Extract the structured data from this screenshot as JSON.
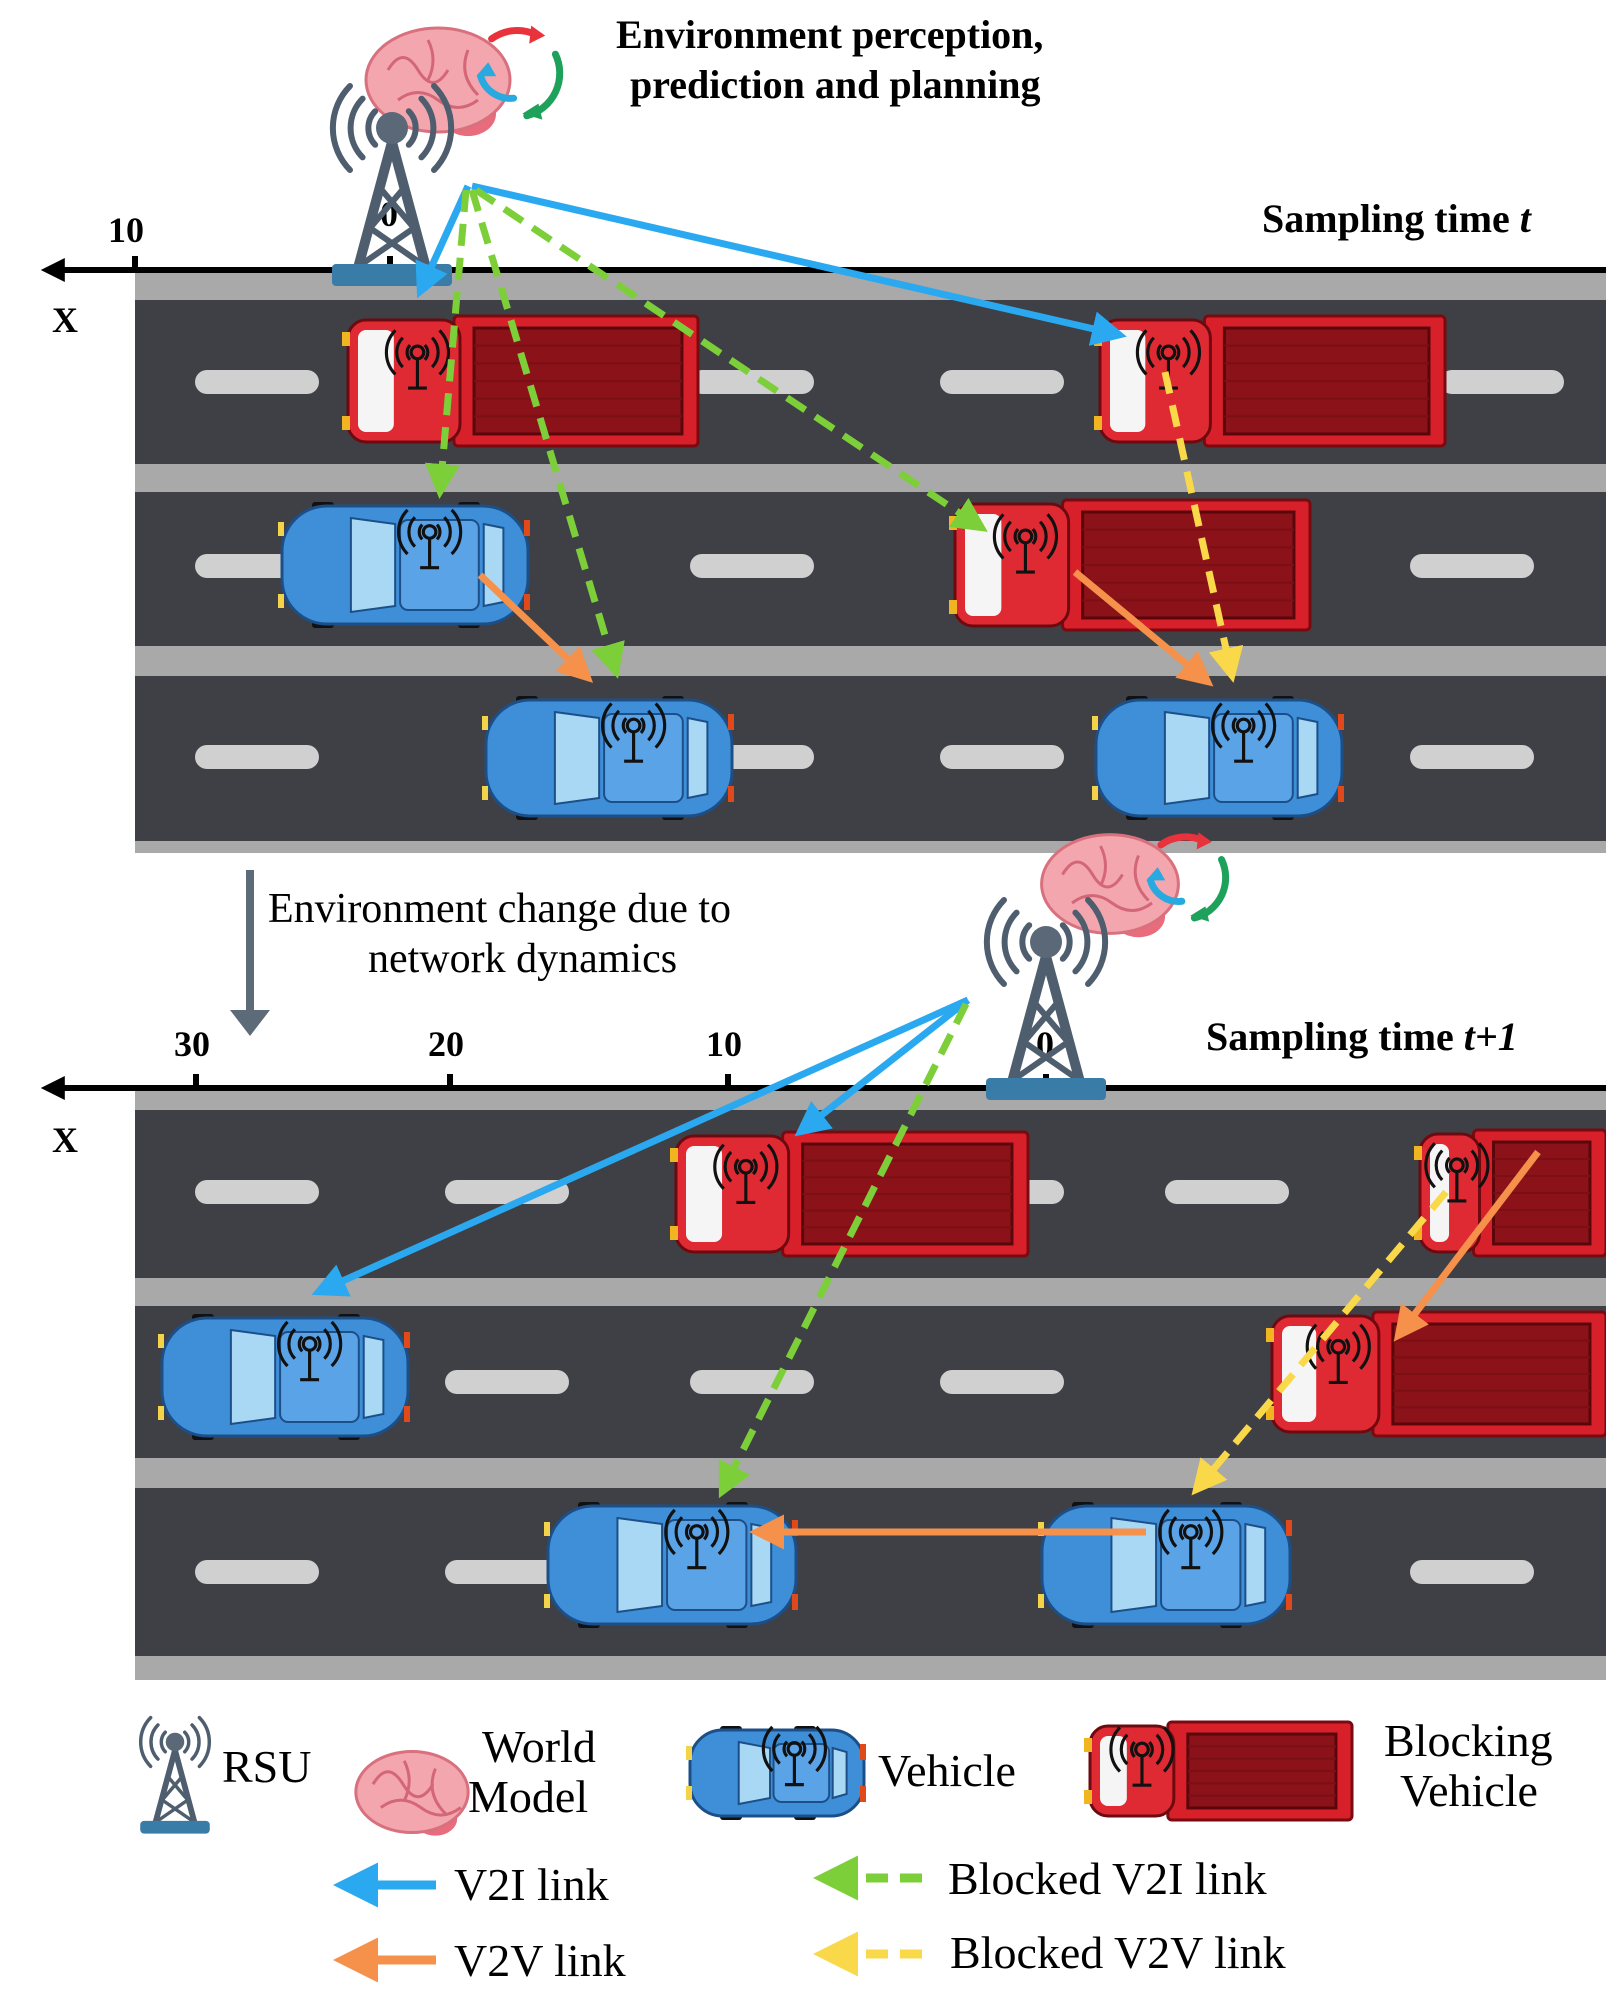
{
  "top": {
    "caption_line1": "Environment perception,",
    "caption_line2": "prediction and planning",
    "sampling_label": "Sampling time ",
    "sampling_var": "t",
    "axis_symbol": "X",
    "ticks": [
      {
        "label": "10",
        "pos": "10"
      },
      {
        "label": "0",
        "pos": "0"
      }
    ]
  },
  "middle": {
    "change_line1": "Environment change due to",
    "change_line2": "network dynamics"
  },
  "bottom": {
    "sampling_label": "Sampling time ",
    "sampling_var": "t+1",
    "axis_symbol": "X",
    "ticks": [
      {
        "label": "30"
      },
      {
        "label": "20"
      },
      {
        "label": "10"
      },
      {
        "label": "0"
      }
    ]
  },
  "legend": {
    "rsu": "RSU",
    "world_model_1": "World",
    "world_model_2": "Model",
    "vehicle": "Vehicle",
    "blocking_1": "Blocking",
    "blocking_2": "Vehicle",
    "v2i": "V2I link",
    "v2v": "V2V link",
    "blocked_v2i": "Blocked V2I link",
    "blocked_v2v": "Blocked V2V link"
  },
  "colors": {
    "road": "#3f4045",
    "shoulder": "#a9a9a9",
    "lane_mark": "#d0d0d0",
    "v2i": "#2aa9f0",
    "v2v": "#f5914a",
    "blocked_v2i": "#7dcf3a",
    "blocked_v2v": "#f9d84a",
    "truck": "#d8202a",
    "car": "#3f8fd8",
    "brain": "#f3a6ae",
    "tower": "#4f5e6e"
  }
}
